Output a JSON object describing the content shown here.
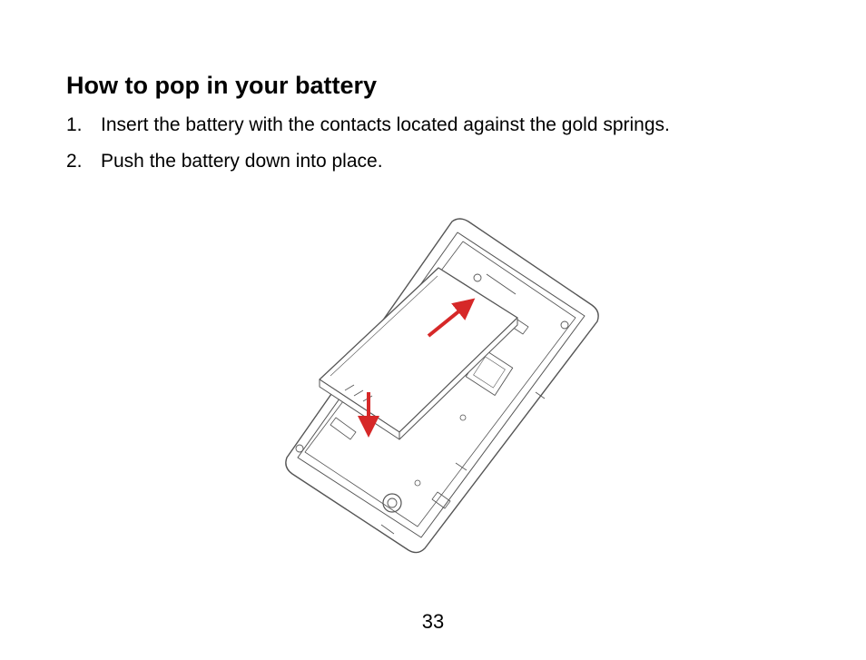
{
  "page": {
    "title": "How to pop in your battery",
    "steps": [
      {
        "number": "1.",
        "text": "Insert the battery with the contacts located against the gold springs."
      },
      {
        "number": "2.",
        "text": "Push the battery down into place."
      }
    ],
    "page_number": "33"
  },
  "illustration": {
    "icons": [
      "phone-back-outline",
      "battery",
      "arrow-up-right",
      "arrow-down"
    ],
    "arrow_color": "#d62828",
    "line_color": "#555555"
  }
}
